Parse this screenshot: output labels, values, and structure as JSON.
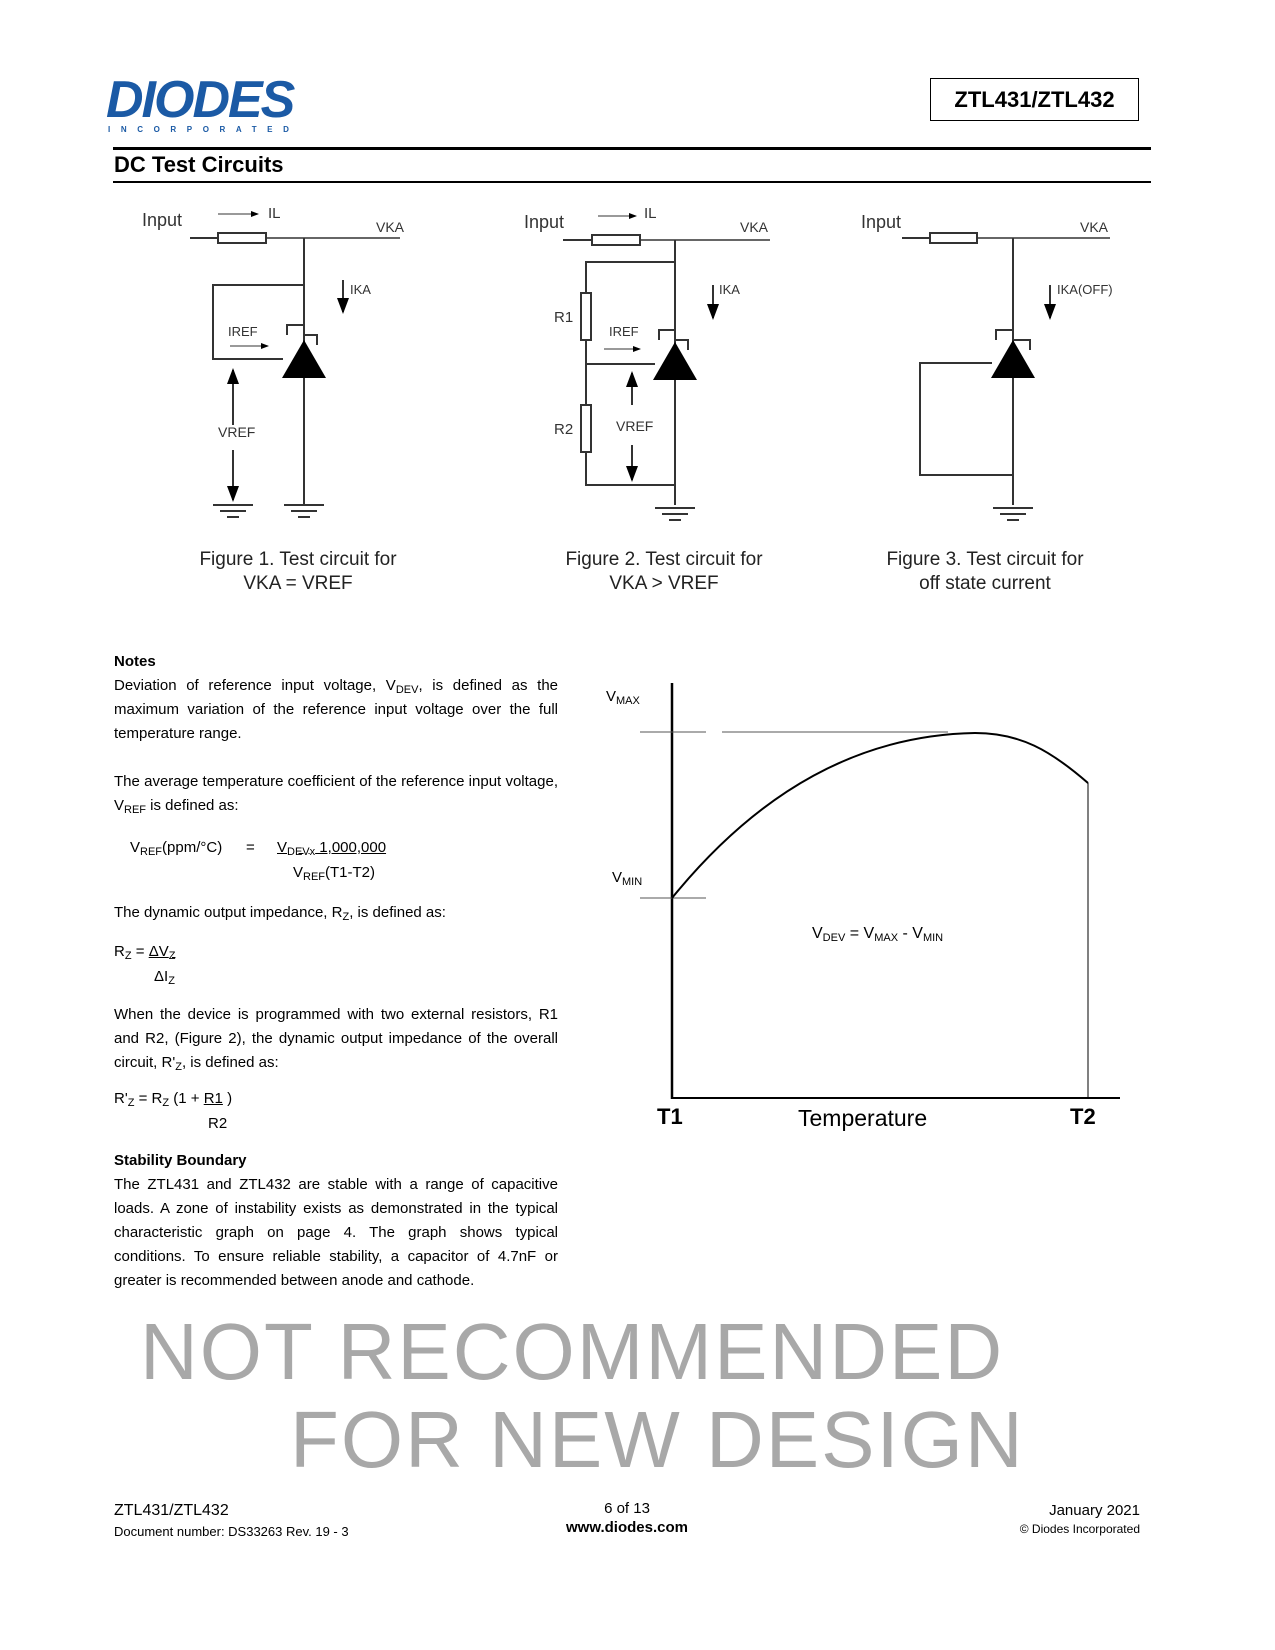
{
  "header": {
    "logo_text": "DIODES",
    "logo_subtext": "INCORPORATED",
    "part_number": "ZTL431/ZTL432"
  },
  "section_title": "DC Test Circuits",
  "watermark": {
    "line1": "NOT RECOMMENDED",
    "line2": "FOR NEW DESIGN"
  },
  "figures": [
    {
      "caption_line1": "Figure 1. Test circuit for",
      "caption_line2": "VKA = VREF",
      "labels": {
        "input": "Input",
        "il": "IL",
        "vka": "VKA",
        "ika": "IKA",
        "iref": "IREF",
        "vref": "VREF"
      }
    },
    {
      "caption_line1": "Figure 2. Test circuit for",
      "caption_line2": "VKA > VREF",
      "labels": {
        "input": "Input",
        "il": "IL",
        "vka": "VKA",
        "ika": "IKA",
        "iref": "IREF",
        "vref": "VREF",
        "r1": "R1",
        "r2": "R2"
      }
    },
    {
      "caption_line1": "Figure 3. Test circuit for",
      "caption_line2": "off state current",
      "labels": {
        "input": "Input",
        "vka": "VKA",
        "ika_off": "IKA(OFF)"
      }
    }
  ],
  "notes": {
    "heading": "Notes",
    "p1_a": "Deviation of reference input voltage, V",
    "p1_sub": "DEV",
    "p1_b": ", is defined as the maximum variation of the reference input voltage over the full temperature range.",
    "p2_a": "The average temperature coefficient of the reference input voltage, V",
    "p2_sub": "REF",
    "p2_b": " is defined as:",
    "f1_lhs_v": "V",
    "f1_lhs_sub": "REF",
    "f1_lhs_rest": "(ppm/°C)",
    "f1_eq": "=",
    "f1_num_v": "V",
    "f1_num_sub": "DEV",
    "f1_num_x": "x",
    "f1_num_rest": " 1,000,000",
    "f1_den_v": "V",
    "f1_den_sub": "REF",
    "f1_den_rest": "(T1-T2)",
    "p3_a": "The dynamic output impedance, R",
    "p3_sub": "Z",
    "p3_b": ", is defined as:",
    "f2_lhs": "R",
    "f2_lhs_sub": "Z",
    "f2_eq": " = ",
    "f2_num": "ΔV",
    "f2_num_sub": "Z",
    "f2_den": "ΔI",
    "f2_den_sub": "Z",
    "p4_a": "When the device is programmed with two external resistors, R1 and R2, (Figure 2), the dynamic output impedance of the overall circuit, R'",
    "p4_sub": "Z",
    "p4_b": ", is defined as:",
    "f3_lhs": "R'",
    "f3_lhs_sub": "Z",
    "f3_mid": " = R",
    "f3_mid_sub": "Z",
    "f3_rest": " (1 + ",
    "f3_num": "R1",
    "f3_close": " )",
    "f3_den": "R2",
    "stability_heading": "Stability Boundary",
    "stability_text": "The ZTL431 and ZTL432 are stable with a range of capacitive loads. A zone of instability exists as demonstrated in the typical characteristic graph on page 4. The graph shows typical conditions. To ensure reliable stability, a capacitor of 4.7nF or greater is recommended between anode and cathode."
  },
  "graph": {
    "vmax": "V",
    "vmax_sub": "MAX",
    "vmin": "V",
    "vmin_sub": "MIN",
    "t1": "T1",
    "t2": "T2",
    "xlabel": "Temperature",
    "eq_a": "V",
    "eq_a_sub": "DEV",
    "eq_b": " = V",
    "eq_b_sub": "MAX",
    "eq_c": " - V",
    "eq_c_sub": "MIN"
  },
  "footer": {
    "part": "ZTL431/ZTL432",
    "doc_number": "Document number: DS33263  Rev. 19 - 3",
    "page": "6 of 13",
    "website": "www.diodes.com",
    "date": "January 2021",
    "copyright": "© Diodes Incorporated"
  }
}
